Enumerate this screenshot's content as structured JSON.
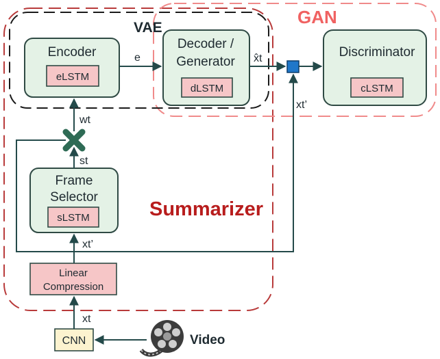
{
  "regions": {
    "vae": "VAE",
    "gan": "GAN",
    "summarizer": "Summarizer"
  },
  "blocks": {
    "encoder": {
      "title": "Encoder",
      "inner": "eLSTM"
    },
    "decoder": {
      "title_line1": "Decoder /",
      "title_line2": "Generator",
      "inner": "dLSTM"
    },
    "discriminator": {
      "title": "Discriminator",
      "inner": "cLSTM"
    },
    "frame_selector": {
      "title_line1": "Frame",
      "title_line2": "Selector",
      "inner": "sLSTM"
    },
    "linear_compression": {
      "line1": "Linear",
      "line2": "Compression"
    },
    "cnn": "CNN",
    "video": "Video"
  },
  "signals": {
    "e": "e",
    "xhat": "x̂t",
    "xprime_right": "xt’",
    "wt": "wt",
    "st": "st",
    "xprime_left": "xt’",
    "xt": "xt"
  },
  "colors": {
    "region_red": "#b83a3a",
    "region_pink": "#f08a8a",
    "block_fill": "#e4f2e6",
    "lstm_fill": "#f6c6c7",
    "cnn_fill": "#fcf3cf",
    "junction_blue": "#1f77c9",
    "multiplier_green": "#2e6b55",
    "title_red": "#b81d1d",
    "gan_title": "#f06262"
  }
}
